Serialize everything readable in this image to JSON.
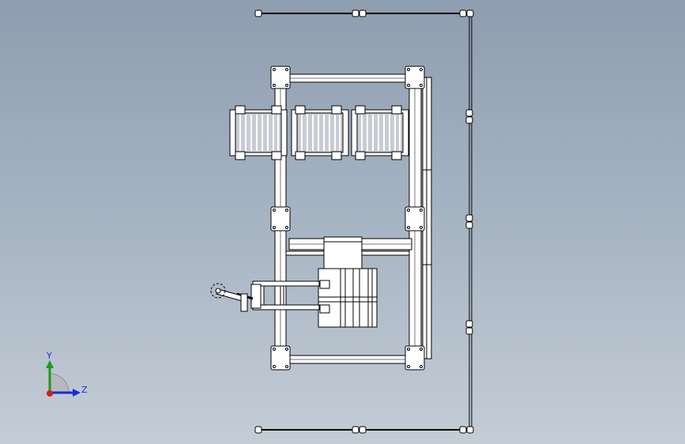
{
  "view": {
    "type": "cad-top-view",
    "background_top": "#8f9db0",
    "background_bottom": "#c4cdd6",
    "line_color": "#000000",
    "part_fill": "#ffffff"
  },
  "triad": {
    "y_label": "Y",
    "z_label": "Z",
    "y_axis_color": "#1a9a1a",
    "z_axis_color": "#1a2ad8",
    "origin_color": "#d81a1a"
  }
}
